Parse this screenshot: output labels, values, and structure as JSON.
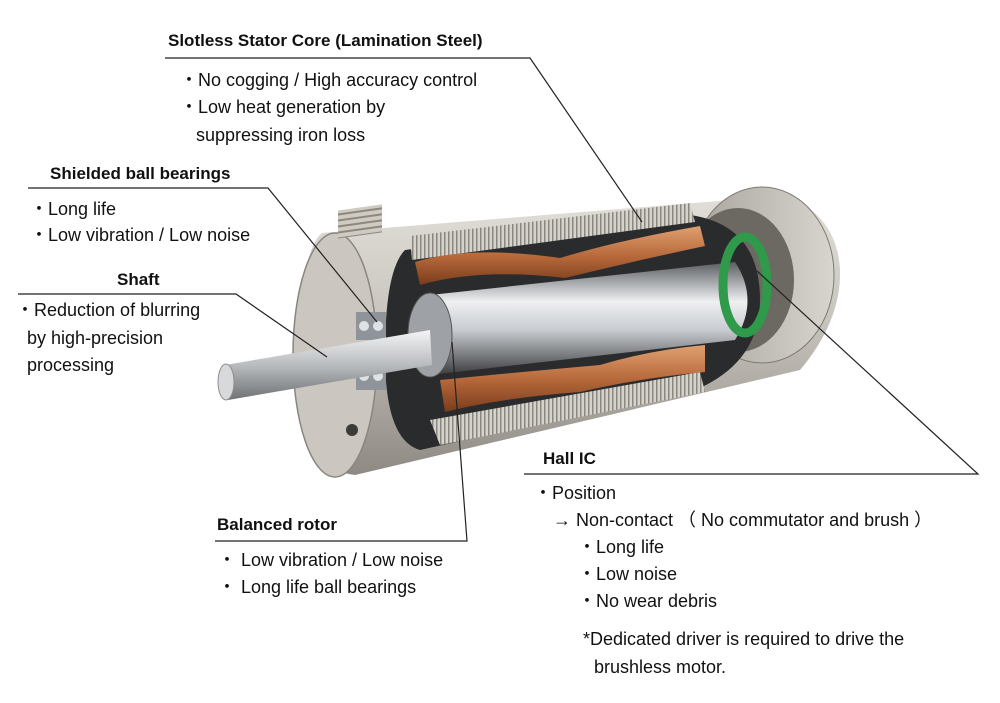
{
  "labels": {
    "stator": {
      "title": "Slotless Stator Core (Lamination Steel)",
      "lines": [
        "・No cogging /  High accuracy control",
        "・Low heat generation by",
        "suppressing  iron loss"
      ]
    },
    "bearings": {
      "title": "Shielded ball bearings",
      "lines": [
        "・Long life",
        "・Low vibration / Low noise"
      ]
    },
    "shaft": {
      "title": "Shaft",
      "lines": [
        "・Reduction of blurring",
        "by high-precision",
        "processing"
      ]
    },
    "rotor": {
      "title": "Balanced rotor",
      "lines": [
        "・ Low vibration / Low noise",
        "・ Long life  ball bearings"
      ]
    },
    "hall": {
      "title": "Hall IC",
      "lines": [
        "・Position",
        "→ Non-contact （ No commutator and brush ）",
        "・Long life",
        "・Low noise",
        "・No wear debris"
      ]
    },
    "note": {
      "lines": [
        "*Dedicated driver is required to drive the",
        "brushless motor."
      ]
    }
  },
  "colors": {
    "housing": "#c9c6c0",
    "housing_dark": "#8f8b84",
    "copper": "#b86a3c",
    "green_board": "#2f9a4a",
    "shaft": "#d9dbdd",
    "leader": "#222222"
  },
  "icons": {
    "motor": "brushless-motor-cutaway-illustration"
  }
}
